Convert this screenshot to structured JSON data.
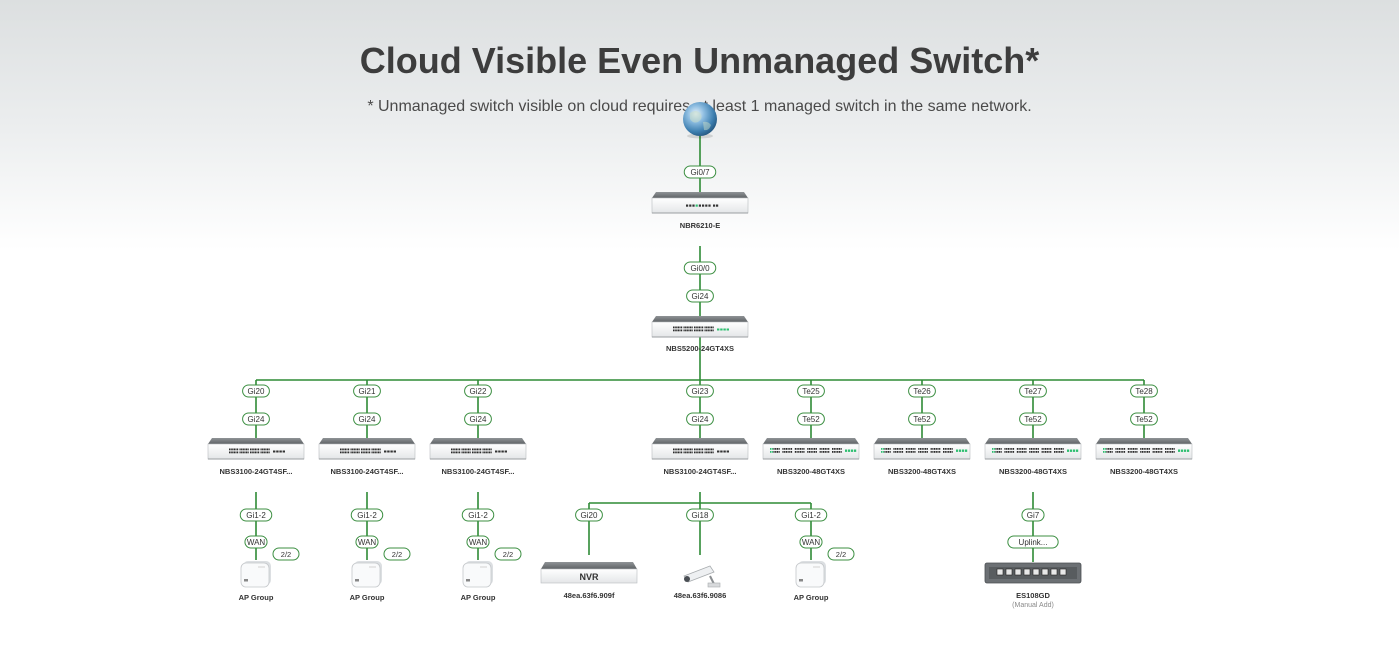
{
  "header": {
    "title": "Cloud Visible Even Unmanaged Switch*",
    "subtitle": "* Unmanaged switch visible on cloud requires at least 1 managed switch in the same network."
  },
  "colors": {
    "link": "#2e8b35",
    "pill_border": "#3c8f42",
    "text": "#333333",
    "title": "#3d3d3d",
    "port_green": "#2fbf71"
  },
  "topology": {
    "cloud": {
      "icon": "globe-icon",
      "port": "Gi0/7"
    },
    "router": {
      "label": "NBR6210-E",
      "port_down": "Gi0/0"
    },
    "core": {
      "label": "NBS5200-24GT4XS",
      "port_up": "Gi24"
    },
    "branches": [
      {
        "up": "Gi20",
        "down": "Gi24",
        "label": "NBS3100-24GT4SF...",
        "type": "switch24",
        "child": {
          "port": "Gi1-2",
          "wan": "WAN",
          "badge": "2/2",
          "label": "AP Group",
          "icon": "access-point-icon"
        }
      },
      {
        "up": "Gi21",
        "down": "Gi24",
        "label": "NBS3100-24GT4SF...",
        "type": "switch24",
        "child": {
          "port": "Gi1-2",
          "wan": "WAN",
          "badge": "2/2",
          "label": "AP Group",
          "icon": "access-point-icon"
        }
      },
      {
        "up": "Gi22",
        "down": "Gi24",
        "label": "NBS3100-24GT4SF...",
        "type": "switch24",
        "child": {
          "port": "Gi1-2",
          "wan": "WAN",
          "badge": "2/2",
          "label": "AP Group",
          "icon": "access-point-icon"
        }
      },
      {
        "up": "Gi23",
        "down": "Gi24",
        "label": "NBS3100-24GT4SF...",
        "type": "switch24",
        "children": [
          {
            "port": "Gi20",
            "label": "48ea.63f6.909f",
            "icon": "nvr-icon",
            "device_text": "NVR"
          },
          {
            "port": "Gi18",
            "label": "48ea.63f6.9086",
            "icon": "ip-camera-icon"
          },
          {
            "port": "Gi1-2",
            "wan": "WAN",
            "badge": "2/2",
            "label": "AP Group",
            "icon": "access-point-icon"
          }
        ]
      },
      {
        "up": "Te25",
        "down": "Te52",
        "label": "NBS3200-48GT4XS",
        "type": "switch48"
      },
      {
        "up": "Te26",
        "down": "Te52",
        "label": "NBS3200-48GT4XS",
        "type": "switch48"
      },
      {
        "up": "Te27",
        "down": "Te52",
        "label": "NBS3200-48GT4XS",
        "type": "switch48",
        "child": {
          "port": "Gi7",
          "wan": "Uplink...",
          "label": "ES108GD",
          "sublabel": "(Manual Add)",
          "icon": "unmanaged-switch-icon"
        }
      },
      {
        "up": "Te28",
        "down": "Te52",
        "label": "NBS3200-48GT4XS",
        "type": "switch48"
      }
    ]
  }
}
